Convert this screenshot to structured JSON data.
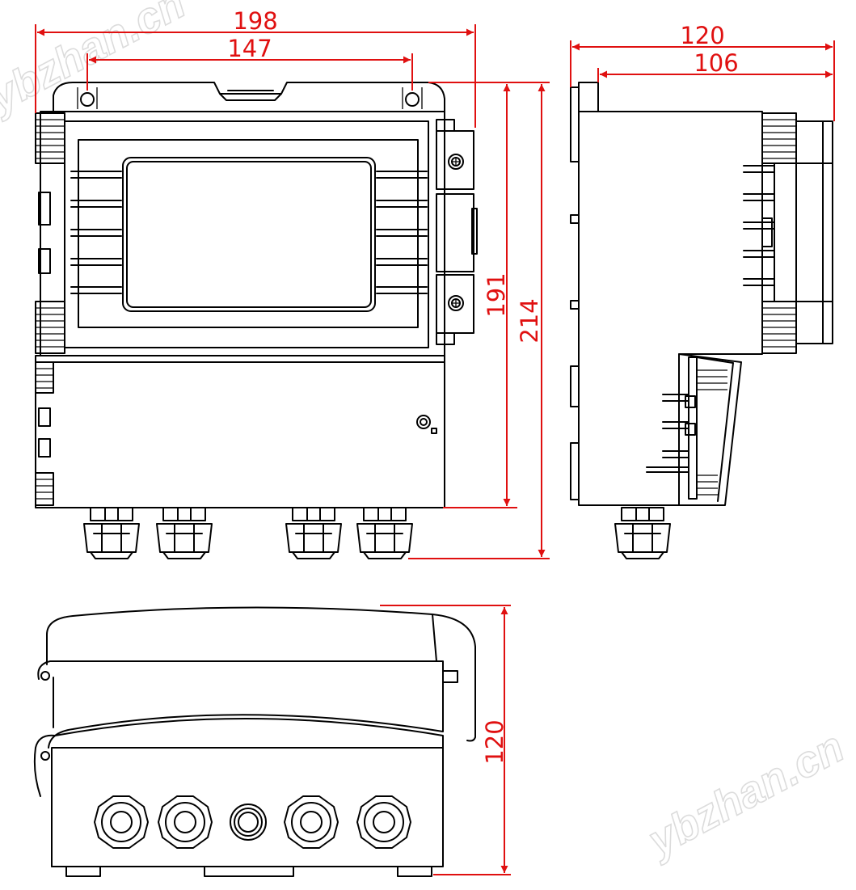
{
  "dimensions": {
    "front_width_overall": "198",
    "front_mounting_holes": "147",
    "front_height_body": "191",
    "front_height_overall": "214",
    "side_depth_overall": "120",
    "side_depth_body": "106",
    "bottom_depth": "120"
  },
  "watermark": "ybzhan.cn",
  "colors": {
    "dimension": "#e01010",
    "outline": "#000000",
    "watermark": "#dcdcdc"
  }
}
